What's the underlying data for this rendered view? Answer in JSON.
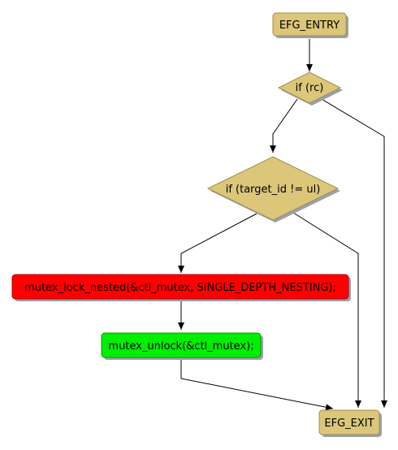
{
  "colors": {
    "node_fill": "#dbc67a",
    "node_stroke": "#a08f4c",
    "shadow": "#9aa0b0",
    "error_fill": "#ff0000",
    "error_stroke": "#b00000",
    "ok_fill": "#00ee00",
    "ok_stroke": "#009900",
    "edge": "#000000"
  },
  "nodes": {
    "entry": {
      "label": "EFG_ENTRY"
    },
    "cond_rc": {
      "label": "if (rc)"
    },
    "cond_target": {
      "label": "if (target_id != ul)"
    },
    "lock": {
      "label": "mutex_lock_nested(&ctl_mutex, SINGLE_DEPTH_NESTING);"
    },
    "unlock": {
      "label": "mutex_unlock(&ctl_mutex);"
    },
    "exit": {
      "label": "EFG_EXIT"
    }
  }
}
